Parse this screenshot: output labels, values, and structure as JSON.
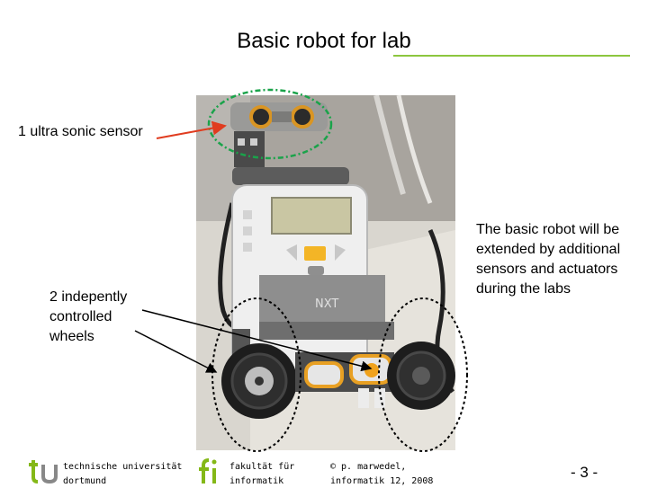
{
  "slide": {
    "title": "Basic robot for lab",
    "label_sensor": "1 ultra sonic sensor",
    "label_wheels": "2 indepently controlled wheels",
    "note": "The basic robot will be extended by additional sensors and actuators during the labs",
    "brick_text": "NXT"
  },
  "footer": {
    "uni_line1": "technische universität",
    "uni_line2": "dortmund",
    "fak_line1": "fakultät für",
    "fak_line2": "informatik",
    "author_line1": "© p. marwedel,",
    "author_line2": "informatik 12,  2008",
    "page": "- 3 -"
  },
  "colors": {
    "accent_green": "#8cc63e",
    "arrow_red": "#e03c1f",
    "ellipse_green": "#1aa34a",
    "logo_green": "#84b817"
  }
}
